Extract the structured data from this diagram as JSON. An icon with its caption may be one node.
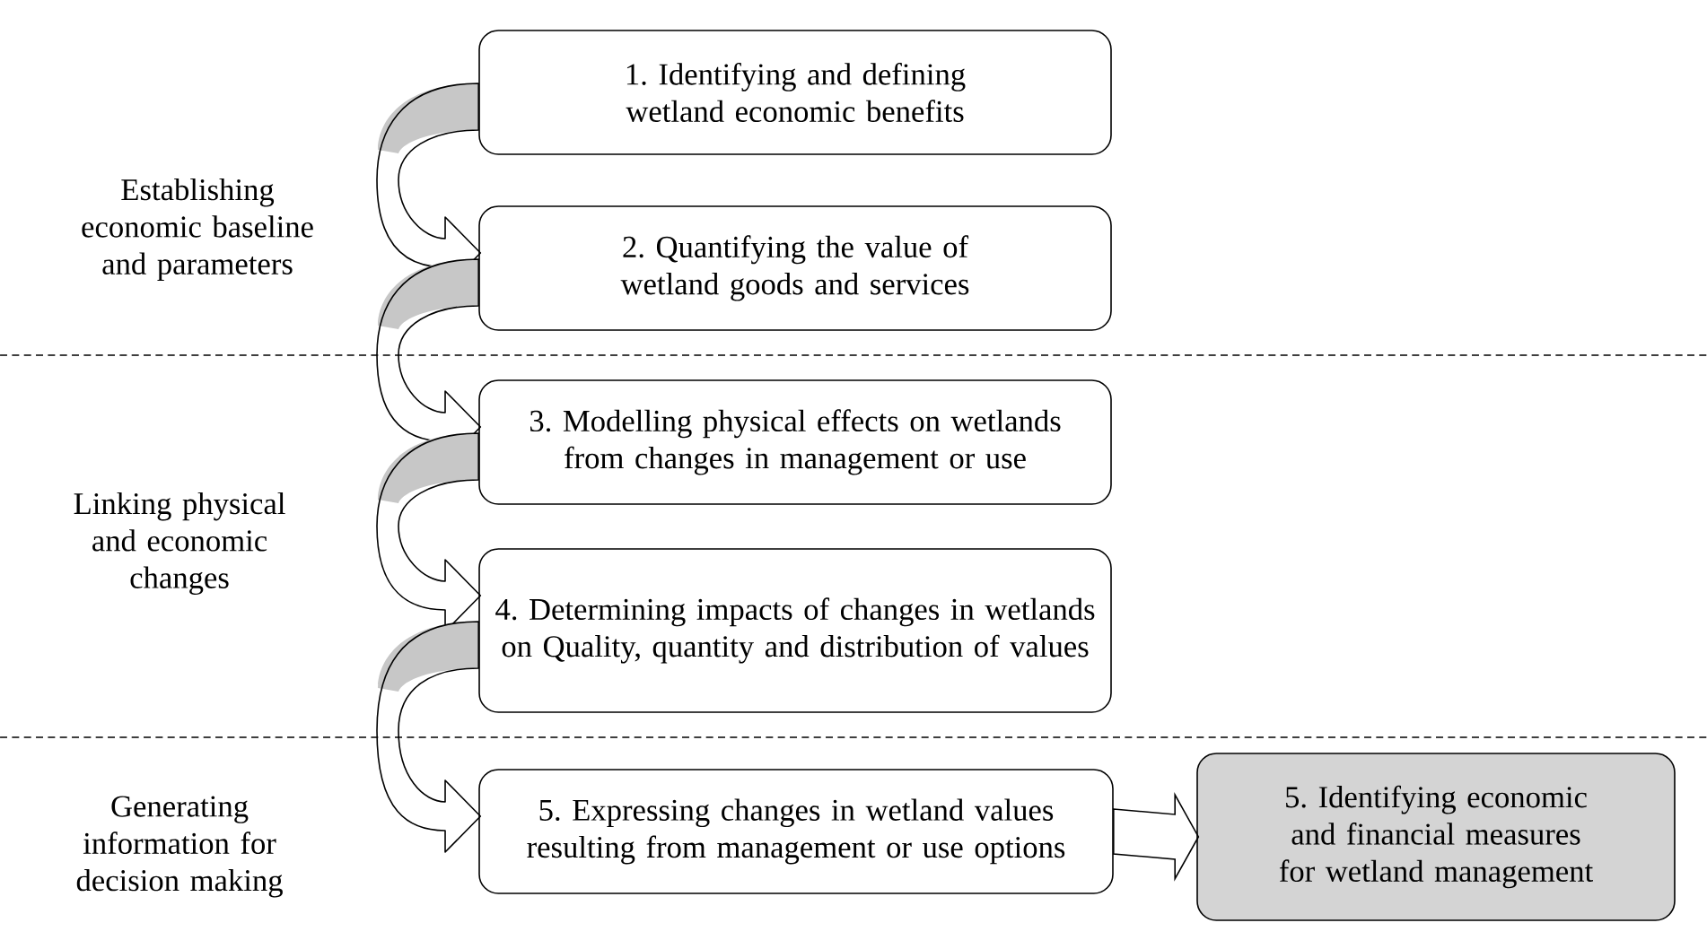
{
  "diagram": {
    "nodes": [
      {
        "text": [
          "1. Identifying and defining wetland economic benefits"
        ]
      },
      {
        "text": [
          "2. Quantifying the value of wetland goods and services"
        ]
      },
      {
        "text": [
          "3. Modelling physical effects on wetlands from changes in management or use"
        ]
      },
      {
        "text": [
          "4. Determining impacts of changes in wetlands on Quality, quantity and distribution of values"
        ]
      },
      {
        "text": [
          "5. Expressing changes in wetland values resulting from management or use options"
        ]
      },
      {
        "text": [
          "5. Identifying economic and financial measures for wetland management"
        ]
      }
    ],
    "edges": [
      {
        "from": 0,
        "to": 1,
        "arrow": "to"
      },
      {
        "from": 1,
        "to": 2,
        "arrow": "to"
      },
      {
        "from": 2,
        "to": 3,
        "arrow": "to"
      },
      {
        "from": 3,
        "to": 4,
        "arrow": "to"
      },
      {
        "from": 4,
        "to": 5,
        "arrow": "to"
      }
    ],
    "labels": [
      "Establishing economic baseline and parameters",
      "Linking physical and economic changes",
      "Generating information for decision making"
    ]
  }
}
